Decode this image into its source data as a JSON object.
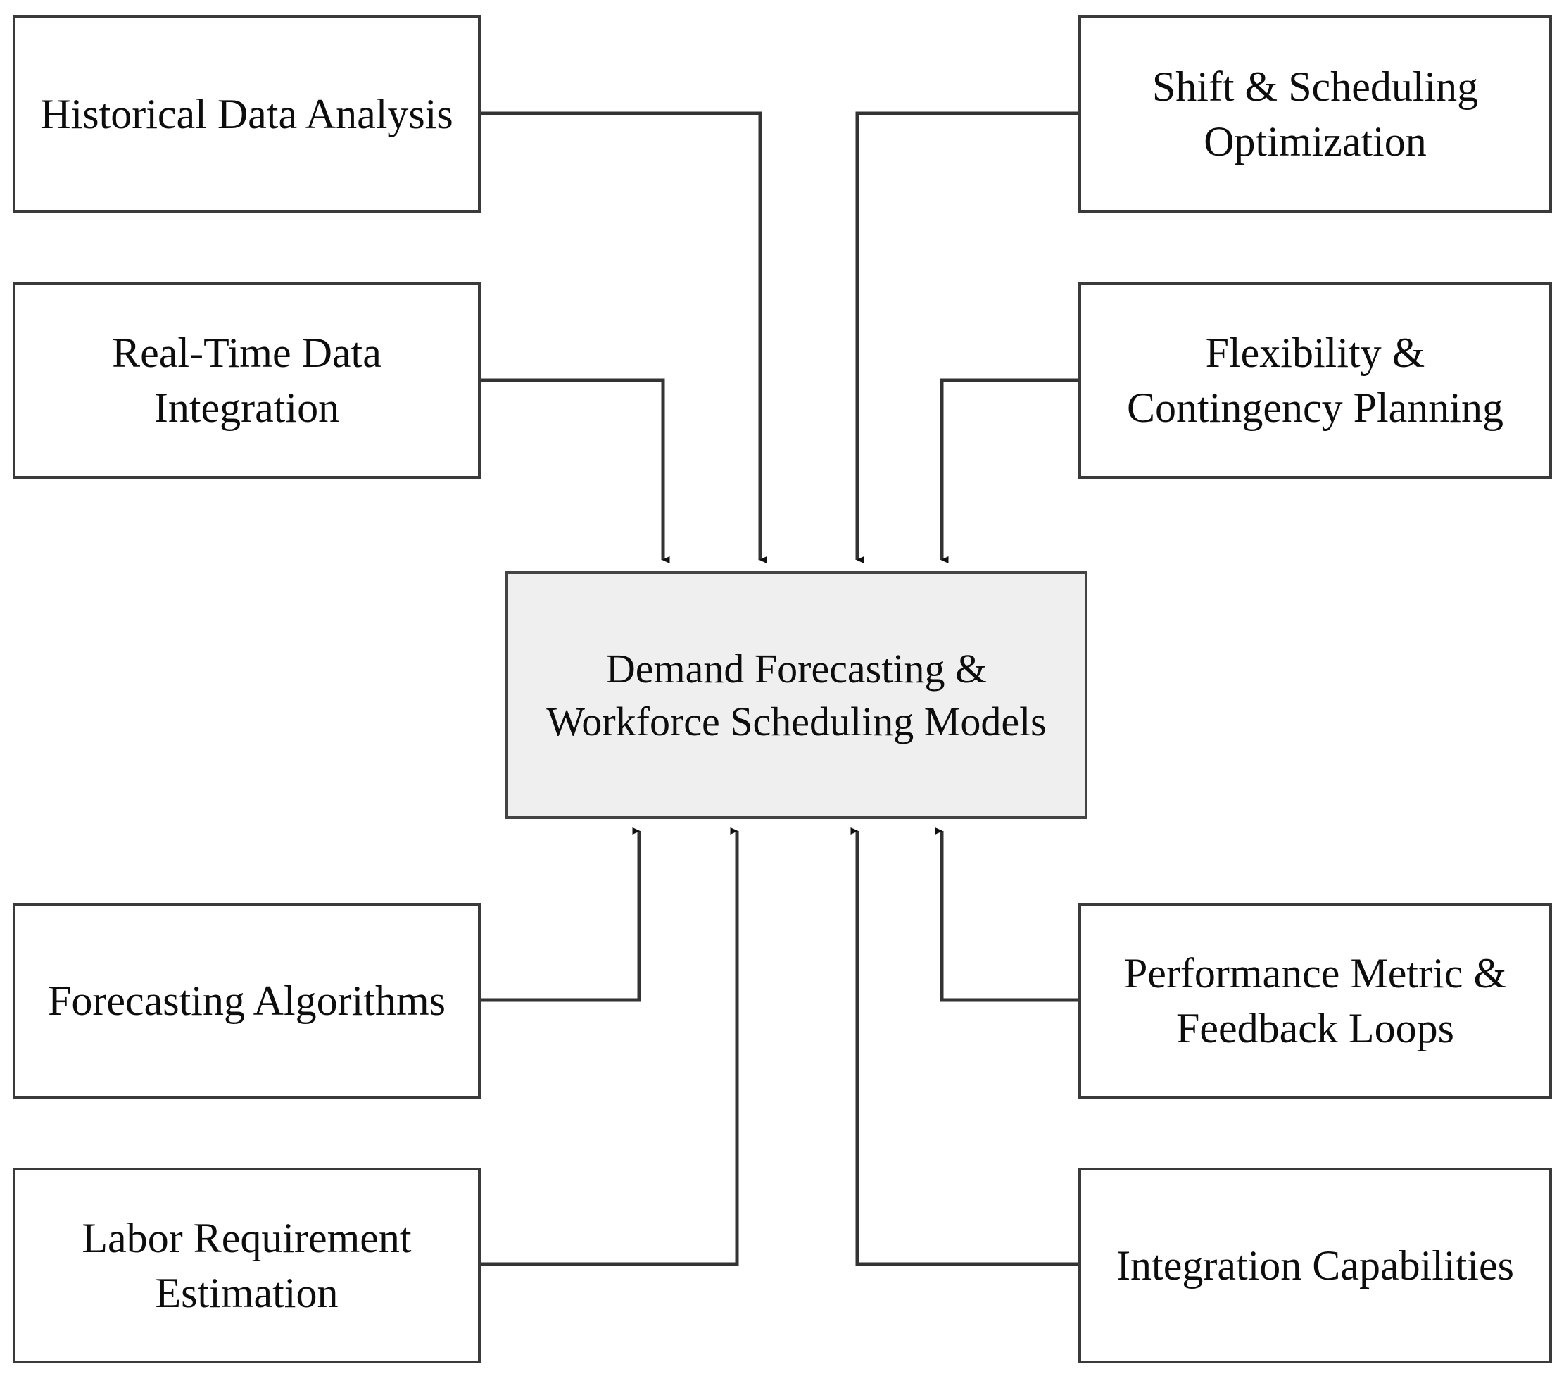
{
  "diagram": {
    "title": "Demand Forecasting & Workforce Scheduling Models",
    "type": "hub-and-spoke flowchart",
    "background_color": "#ffffff",
    "box_border_color": "#3a3a3a",
    "hub_fill_color": "#efefef",
    "connector_color": "#333333",
    "hub": {
      "label": "Demand Forecasting &\nWorkforce Scheduling Models",
      "line1": "Demand Forecasting &",
      "line2": "Workforce Scheduling Models"
    },
    "nodes": [
      {
        "id": "historical-data-analysis",
        "label": "Historical Data Analysis",
        "column": "left",
        "row": 1,
        "arrow_direction": "into-hub-top"
      },
      {
        "id": "real-time-data-integration",
        "label": "Real-Time Data\nIntegration",
        "column": "left",
        "row": 2,
        "arrow_direction": "into-hub-top"
      },
      {
        "id": "forecasting-algorithms",
        "label": "Forecasting Algorithms",
        "column": "left",
        "row": 3,
        "arrow_direction": "into-hub-bottom"
      },
      {
        "id": "labor-requirement-estimation",
        "label": "Labor Requirement\nEstimation",
        "column": "left",
        "row": 4,
        "arrow_direction": "into-hub-bottom"
      },
      {
        "id": "shift-scheduling-optimization",
        "label": "Shift & Scheduling\nOptimization",
        "column": "right",
        "row": 1,
        "arrow_direction": "into-hub-top"
      },
      {
        "id": "flexibility-contingency-planning",
        "label": "Flexibility &\nContingency Planning",
        "column": "right",
        "row": 2,
        "arrow_direction": "into-hub-top"
      },
      {
        "id": "performance-metric-feedback-loops",
        "label": "Performance Metric &\nFeedback Loops",
        "column": "right",
        "row": 3,
        "arrow_direction": "into-hub-bottom"
      },
      {
        "id": "integration-capabilities",
        "label": "Integration Capabilities",
        "column": "right",
        "row": 4,
        "arrow_direction": "into-hub-bottom"
      }
    ]
  }
}
